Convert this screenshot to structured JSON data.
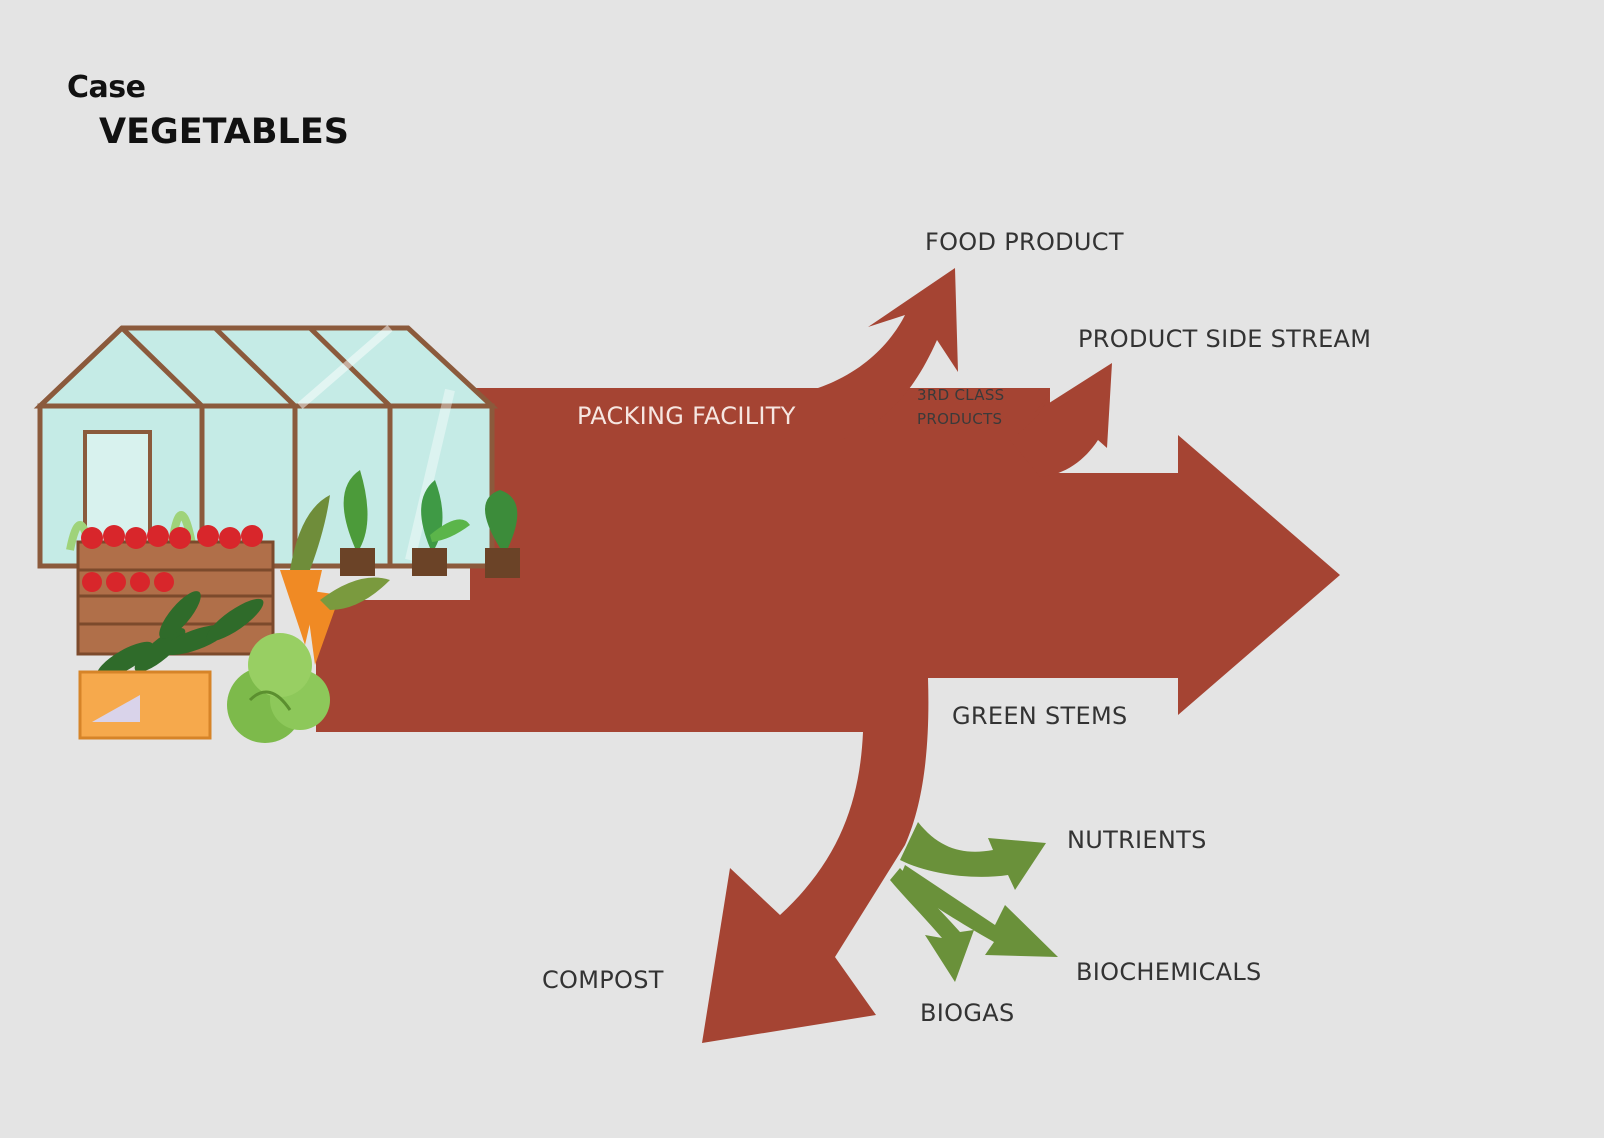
{
  "title": {
    "case": "Case",
    "main": "VEGETABLES"
  },
  "labels": {
    "food_product": "FOOD PRODUCT",
    "product_side_stream": "PRODUCT SIDE STREAM",
    "packing_facility": "PACKING FACILITY",
    "third_class_line1": "3RD CLASS",
    "third_class_line2": "PRODUCTS",
    "green_stems": "GREEN STEMS",
    "nutrients": "NUTRIENTS",
    "biochemicals": "BIOCHEMICALS",
    "biogas": "BIOGAS",
    "compost": "COMPOST"
  },
  "colors": {
    "background": "#e4e4e4",
    "flow": "#a54433",
    "green_flow": "#6a913a",
    "greenhouse_frame": "#8b5a3c",
    "glass": "#c5ebe6"
  },
  "illustration": {
    "icons": [
      "greenhouse-icon",
      "tomato-crate-icon",
      "carrot-icon",
      "cucumber-crate-icon",
      "cabbage-icon",
      "potted-plant-icon"
    ]
  }
}
